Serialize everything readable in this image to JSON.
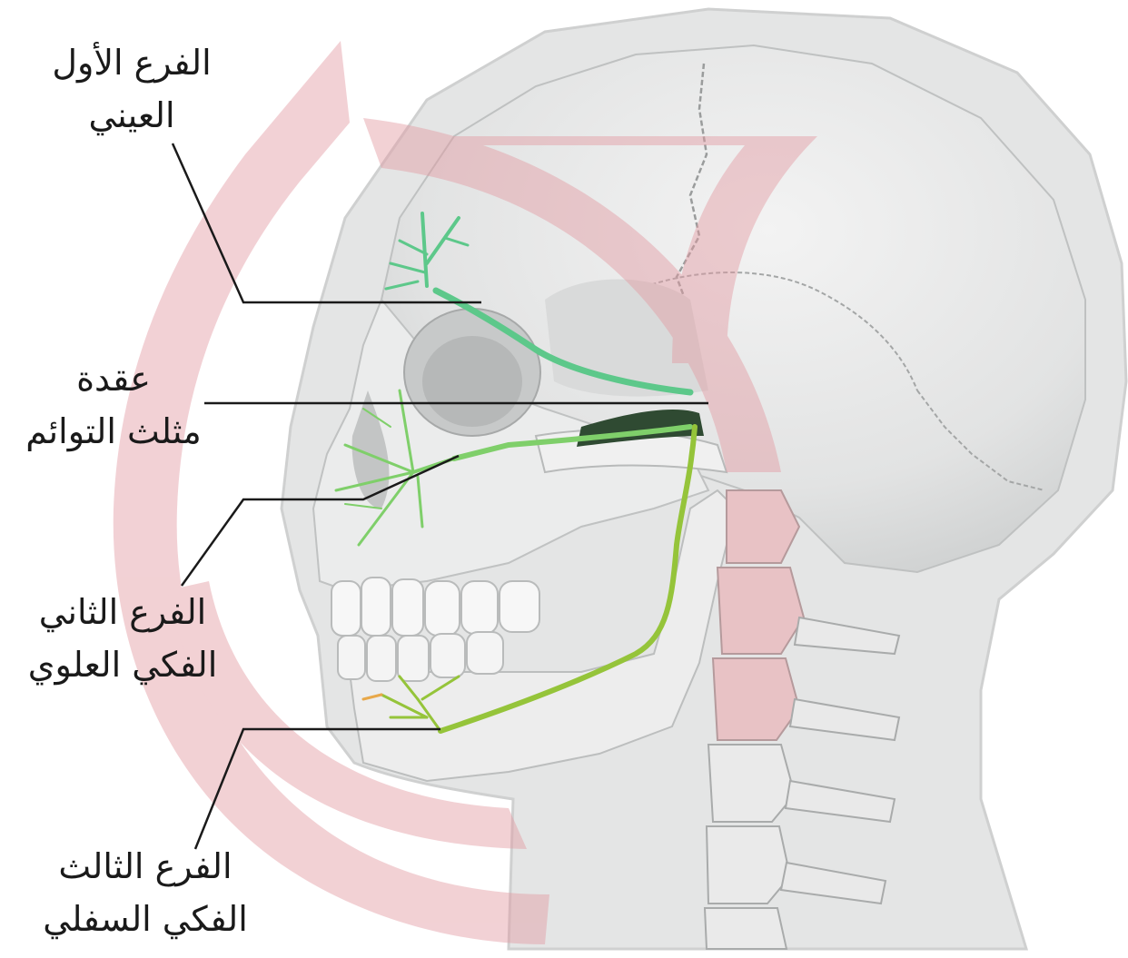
{
  "labels": {
    "ophthalmic_branch": {
      "line1": "الفرع الأول",
      "line2": "العيني"
    },
    "trigeminal_ganglion": {
      "line1": "عقدة",
      "line2": "مثلث التوائم"
    },
    "maxillary_branch": {
      "line1": "الفرع الثاني",
      "line2": "الفكي العلوي"
    },
    "mandibular_branch": {
      "line1": "الفرع الثالث",
      "line2": "الفكي السفلي"
    }
  },
  "colors": {
    "watermark": "#e8a8ae",
    "nerve_v1": "#5dc88a",
    "nerve_v2": "#7fcf6a",
    "nerve_v3": "#95c43a",
    "bone": "#e9eaea",
    "bone_shadow": "#c9cbcb",
    "head_outline": "#d8d9d9",
    "vertebra_pink": "#e3b4b8"
  },
  "icons": [
    "skull-illustration",
    "head-silhouette",
    "watermark-logo",
    "cervical-spine"
  ]
}
